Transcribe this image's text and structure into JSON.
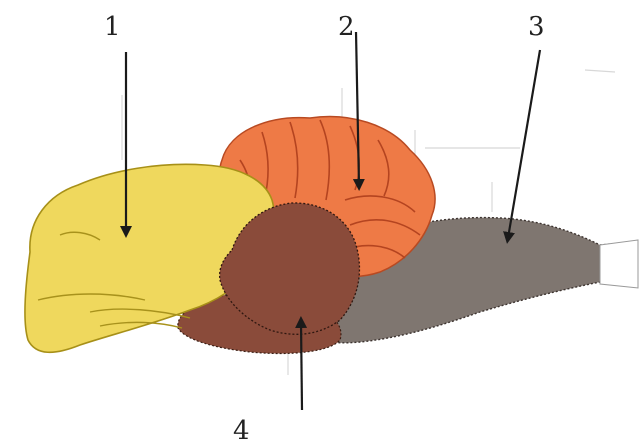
{
  "labels": {
    "one": "1",
    "two": "2",
    "three": "3",
    "four": "4"
  },
  "colors": {
    "cerebrum": "#efd85d",
    "cerebellum": "#ee7a46",
    "midbrain": "#8a4b3a",
    "brainstem": "#7f7670",
    "arrow": "#1a1a1a"
  }
}
